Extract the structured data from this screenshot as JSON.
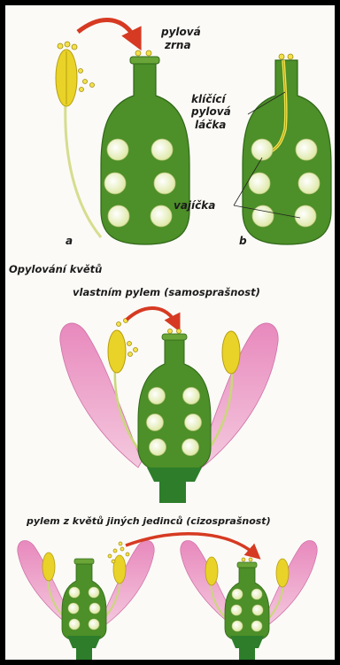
{
  "labels": {
    "pollen": [
      "pylová",
      "zrna"
    ],
    "pollen_tube": [
      "klíčící",
      "pylová",
      "láčka"
    ],
    "ovules": "vajíčka",
    "fig_a": "a",
    "fig_b": "b",
    "heading": "Opylování květů",
    "self_title": "vlastním pylem (samosprašnost)",
    "cross_title": "pylem z květů jiných jedinců (cizosprašnost)"
  },
  "colors": {
    "pistil": "#4d8f28",
    "pistil_dark": "#2f6718",
    "ovule": "#eef3c8",
    "anther": "#e9d328",
    "filament": "#c9d77a",
    "petal": "#e793c3",
    "arrow": "#d63a22",
    "receptacle": "#2d7d2b"
  }
}
